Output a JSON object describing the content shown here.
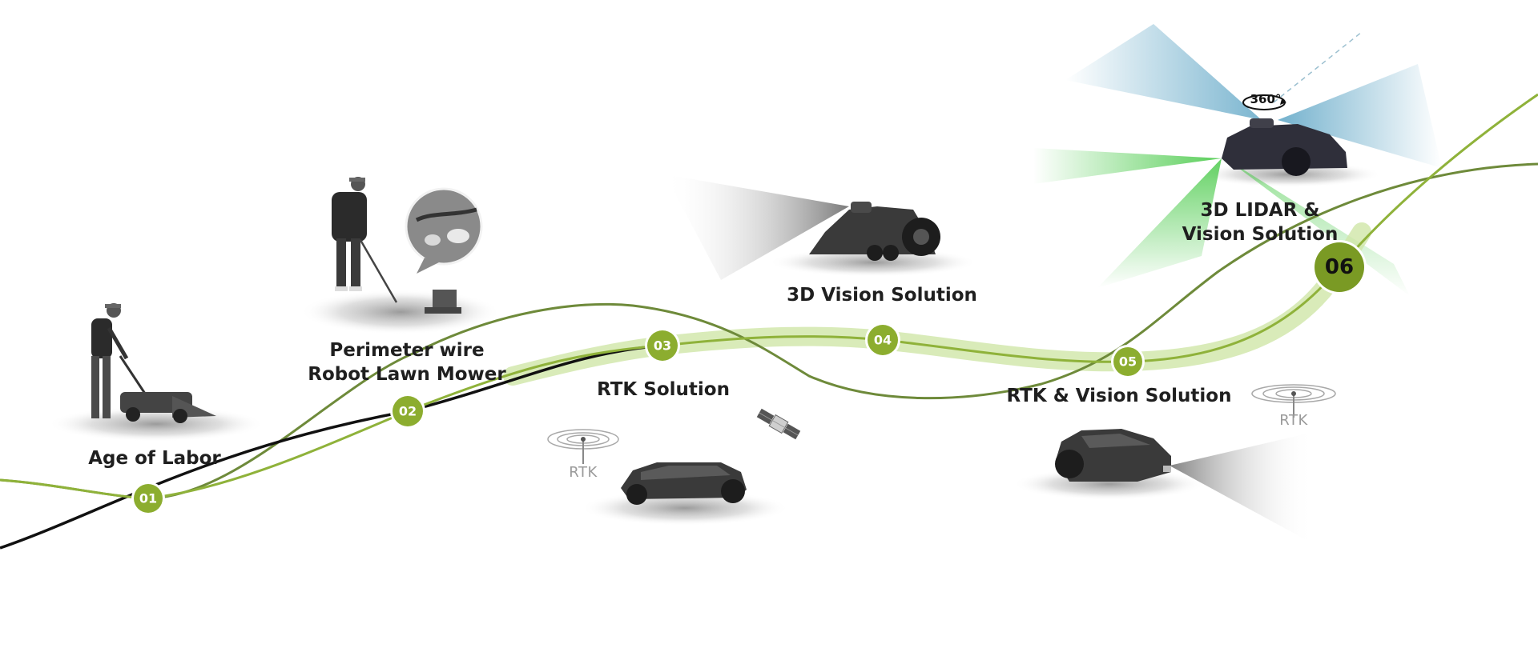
{
  "milestones": [
    {
      "number": "01",
      "title_lines": [
        "Age of Labor"
      ]
    },
    {
      "number": "02",
      "title_lines": [
        "Perimeter wire",
        "Robot Lawn Mower"
      ]
    },
    {
      "number": "03",
      "title_lines": [
        "RTK Solution"
      ]
    },
    {
      "number": "04",
      "title_lines": [
        "3D Vision Solution"
      ]
    },
    {
      "number": "05",
      "title_lines": [
        "RTK & Vision Solution"
      ]
    },
    {
      "number": "06",
      "title_lines": [
        "3D LIDAR &",
        "Vision Solution"
      ]
    }
  ],
  "rtk_labels": [
    "RTK",
    "RTK"
  ],
  "lidar_badge": "360°",
  "colors": {
    "node_green": "#8cad2f",
    "node_green_dark": "#7a9a24",
    "curve_green": "#8fb23a",
    "highlight_green": "#cfe6a7",
    "olive_curve": "#6e8a3a",
    "black_curve": "#111111",
    "lidar_blue": "#5aa3c4",
    "lidar_green": "#3cc63c"
  }
}
